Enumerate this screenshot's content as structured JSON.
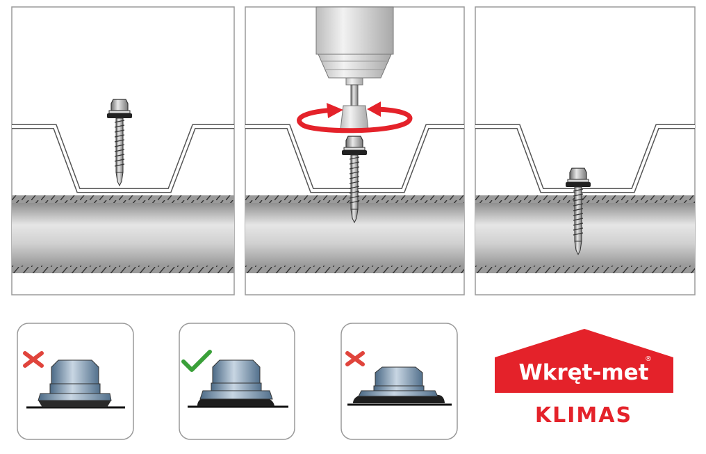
{
  "logo": {
    "brand": "Wkręt-met",
    "registered": "®",
    "sub_brand": "KLIMAS",
    "colors": {
      "red": "#e4222a",
      "white": "#ffffff"
    }
  },
  "steps": [
    {
      "name": "screw-positioned"
    },
    {
      "name": "screw-driven-with-drill",
      "icon": "rotation-arrow-icon"
    },
    {
      "name": "screw-installed"
    }
  ],
  "washer_examples": [
    {
      "result": "wrong",
      "icon": "cross-icon",
      "state": "too-loose",
      "color": "#e0443c"
    },
    {
      "result": "correct",
      "icon": "check-icon",
      "state": "correct-compression",
      "color": "#3aa039"
    },
    {
      "result": "wrong",
      "icon": "cross-icon",
      "state": "over-tightened",
      "color": "#e0443c"
    }
  ]
}
